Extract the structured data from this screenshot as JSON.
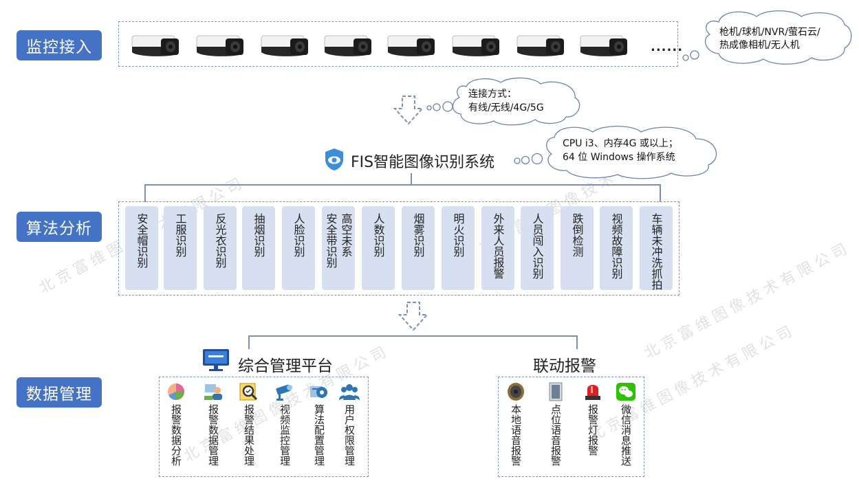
{
  "sections": {
    "access": "监控接入",
    "analysis": "算法分析",
    "data": "数据管理"
  },
  "camera_more": "......",
  "clouds": {
    "devices": [
      "枪机/球机/NVR/萤石云/",
      "热成像相机/无人机"
    ],
    "connection": [
      "连接方式：",
      "有线/无线/4G/5G"
    ],
    "requirements": [
      "CPU i3、内存4G 或以上；",
      "64 位 Windows 操作系统"
    ]
  },
  "system_title": "FIS智能图像识别系统",
  "algorithms": [
    {
      "cols": [
        "安全帽识别"
      ]
    },
    {
      "cols": [
        "工服识别"
      ]
    },
    {
      "cols": [
        "反光衣识别"
      ]
    },
    {
      "cols": [
        "抽烟识别"
      ]
    },
    {
      "cols": [
        "人脸识别"
      ]
    },
    {
      "cols": [
        "高空未系",
        "安全带识别"
      ]
    },
    {
      "cols": [
        "人数识别"
      ]
    },
    {
      "cols": [
        "烟雾识别"
      ]
    },
    {
      "cols": [
        "明火识别"
      ]
    },
    {
      "cols": [
        "外来人员报警"
      ]
    },
    {
      "cols": [
        "人员闯入识别"
      ]
    },
    {
      "cols": [
        "跌倒检测"
      ]
    },
    {
      "cols": [
        "视频故障识别"
      ]
    },
    {
      "cols": [
        "车辆未冲洗抓拍"
      ]
    }
  ],
  "platform_title": "综合管理平台",
  "alarm_title": "联动报警",
  "platform_items": [
    "报警数据分析",
    "报警数据管理",
    "报警结果处理",
    "视频监控管理",
    "算法配置管理",
    "用户权限管理"
  ],
  "alarm_items": [
    "本地语音报警",
    "点位语音报警",
    "报警灯报警",
    "微信消息推送"
  ],
  "watermark": "北京富维图像技术有限公司",
  "colors": {
    "accent": "#4472c4",
    "algo_bg": "#d6e0f0",
    "line": "#7a8fb5"
  }
}
